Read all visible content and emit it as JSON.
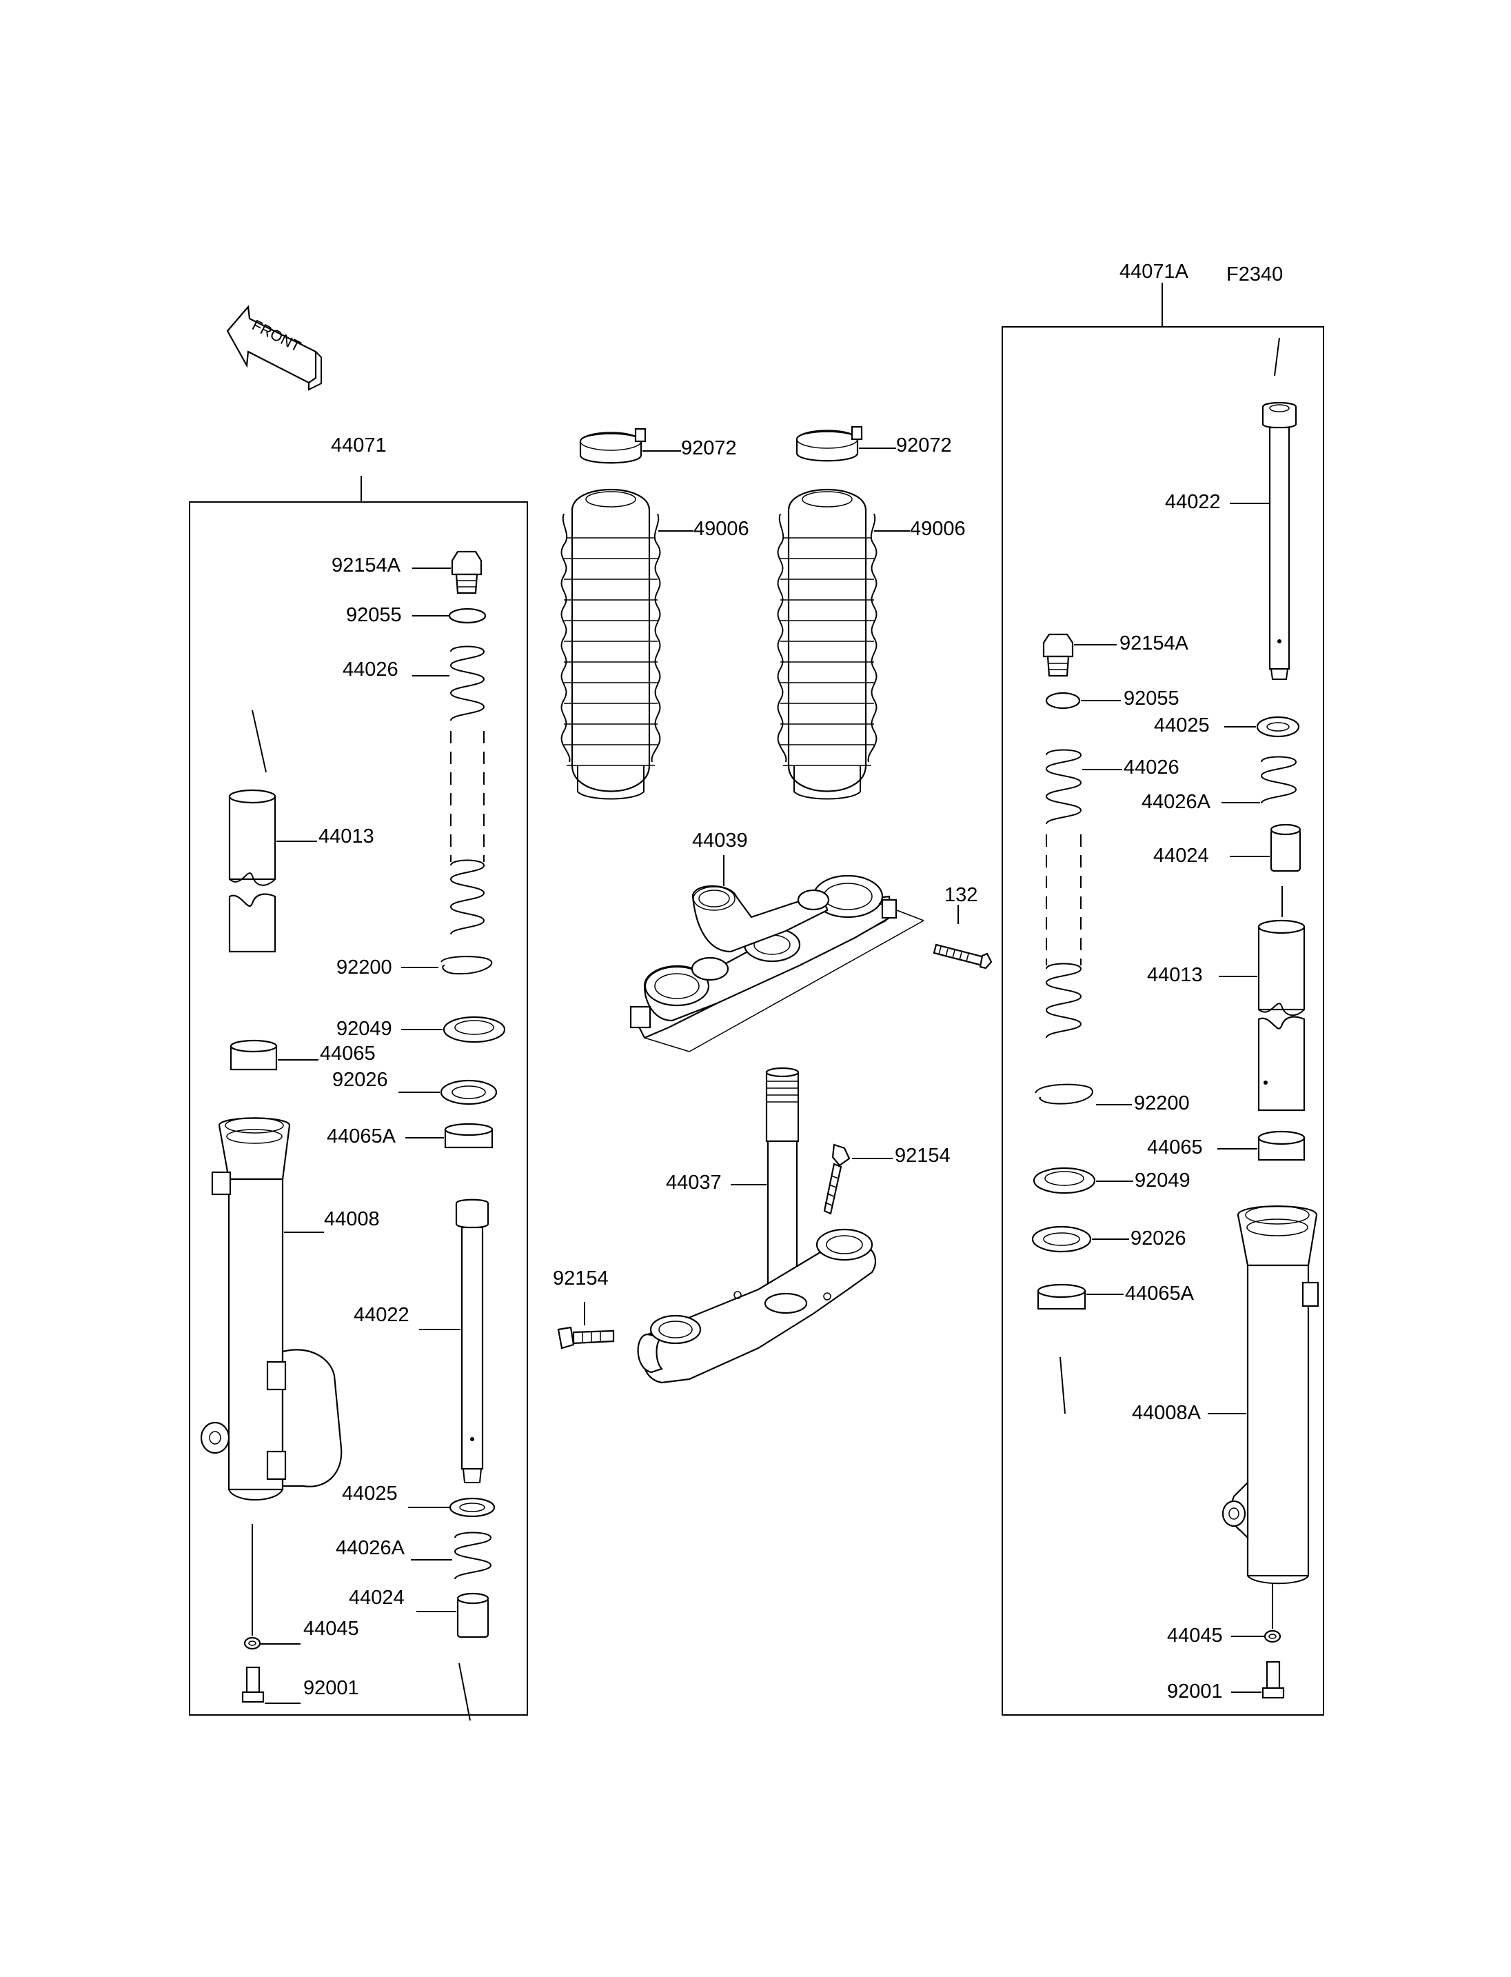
{
  "diagram": {
    "code": "F2340",
    "front_label": "FRONT",
    "left_assembly": {
      "assembly_no": "44071",
      "parts": [
        "92154A",
        "92055",
        "44026",
        "44013",
        "92200",
        "92049",
        "44065",
        "92026",
        "44065A",
        "44008",
        "44022",
        "44025",
        "44026A",
        "44024",
        "44045",
        "92001"
      ]
    },
    "center": {
      "boot_clamp_left": "92072",
      "boot_clamp_right": "92072",
      "boot_left": "49006",
      "boot_right": "49006",
      "upper_bracket": "44039",
      "bolt": "132",
      "stem": "44037",
      "stem_bolt_right": "92154",
      "stem_bolt_left": "92154"
    },
    "right_assembly": {
      "assembly_no": "44071A",
      "parts": [
        "44022",
        "92154A",
        "92055",
        "44025",
        "44026",
        "44026A",
        "44024",
        "44013",
        "92200",
        "44065",
        "92049",
        "92026",
        "44065A",
        "44008A",
        "44045",
        "92001"
      ]
    }
  },
  "colors": {
    "line": "#000000",
    "background": "#ffffff"
  }
}
